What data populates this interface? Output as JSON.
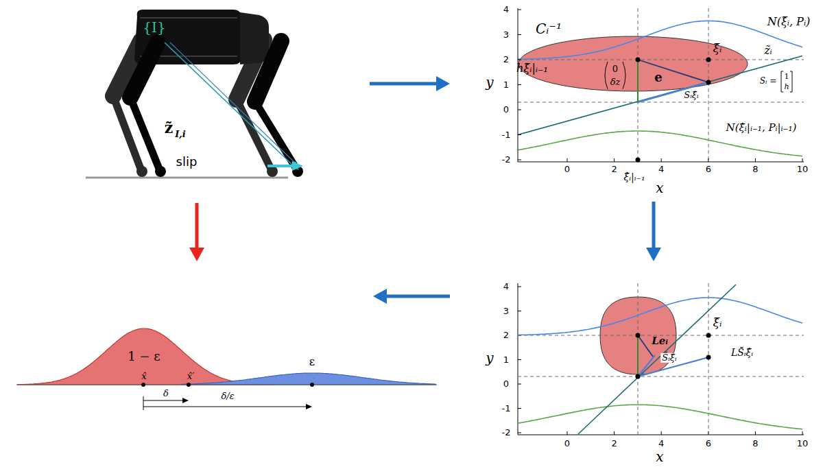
{
  "diagram": {
    "nodes": [
      {
        "text": [
          "{I}",
          "z̃",
          "I,i",
          "slip"
        ]
      },
      {
        "text": [
          "Cᵢ⁻¹",
          "N(ξ̂ᵢ, Pᵢ)",
          "ξ̂ᵢ",
          "z̃ᵢ",
          "Sᵢ =",
          "1",
          "h",
          "hξ̂ᵢ|ᵢ₋₁",
          "0",
          "δz",
          "e",
          "Sᵢξ̂ᵢ",
          "N(ξ̂ᵢ|ᵢ₋₁, Pᵢ|ᵢ₋₁)",
          "ξ̂ᵢ|ᵢ₋₁",
          "x",
          "y",
          "4",
          "3",
          "2",
          "1",
          "0",
          "-1",
          "-2",
          "0",
          "2",
          "4",
          "6",
          "8",
          "10"
        ]
      },
      {
        "text": [
          "1 − ε",
          "ε",
          "x̂",
          "x̂′",
          "δ",
          "δ/ε"
        ]
      },
      {
        "text": [
          "ξ̂ᵢ",
          "Leᵢ",
          "S̄ᵢξ̂ᵢ",
          "LS̄ᵢξ̂ᵢ",
          "x",
          "y",
          "4",
          "3",
          "2",
          "1",
          "0",
          "-1",
          "-2",
          "0",
          "2",
          "4",
          "6",
          "8",
          "10"
        ]
      }
    ],
    "edges": [
      {
        "from": 0,
        "to": 1,
        "arrow": "to"
      },
      {
        "from": 1,
        "to": 3,
        "arrow": "to"
      },
      {
        "from": 3,
        "to": 2,
        "arrow": "to"
      },
      {
        "from": 0,
        "to": 2,
        "arrow": "to"
      }
    ]
  }
}
